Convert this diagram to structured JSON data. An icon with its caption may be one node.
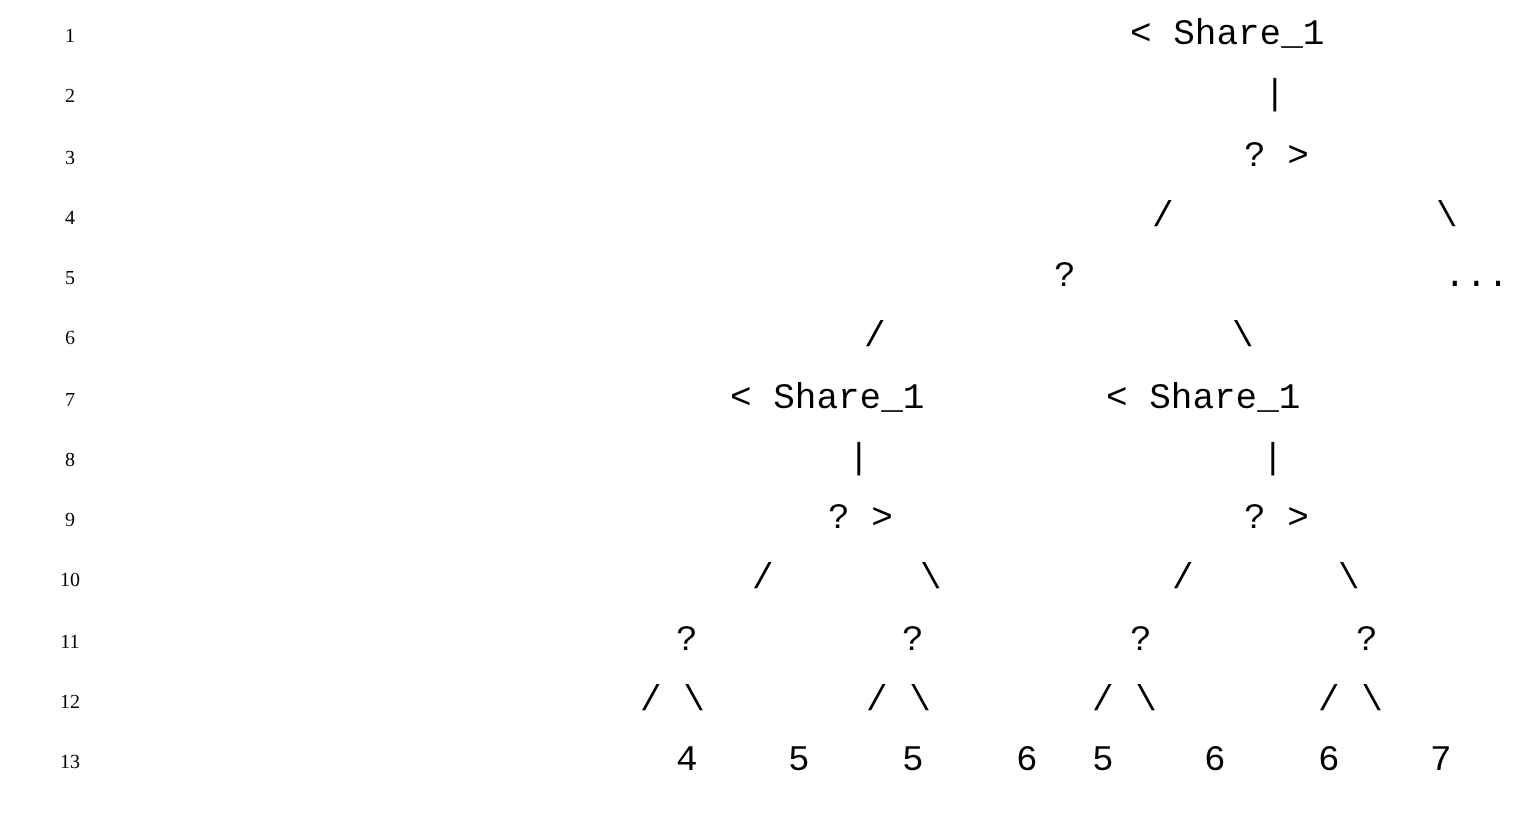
{
  "diagram": {
    "labels": [
      "1",
      "< Share_1",
      "2",
      "|",
      "3",
      "? >",
      "4",
      "/",
      "\\",
      "5",
      "?",
      "...",
      "6",
      "/",
      "\\",
      "7",
      "< Share_1",
      "< Share_1",
      "8",
      "|",
      "|",
      "9",
      "? >",
      "? >",
      "10",
      "/",
      "\\",
      "/",
      "\\",
      "11",
      "?",
      "?",
      "?",
      "?",
      "12",
      "/ \\",
      "/ \\",
      "/ \\",
      "/ \\",
      "13",
      "4",
      "5",
      "5",
      "6",
      "5",
      "6",
      "6",
      "7"
    ]
  }
}
